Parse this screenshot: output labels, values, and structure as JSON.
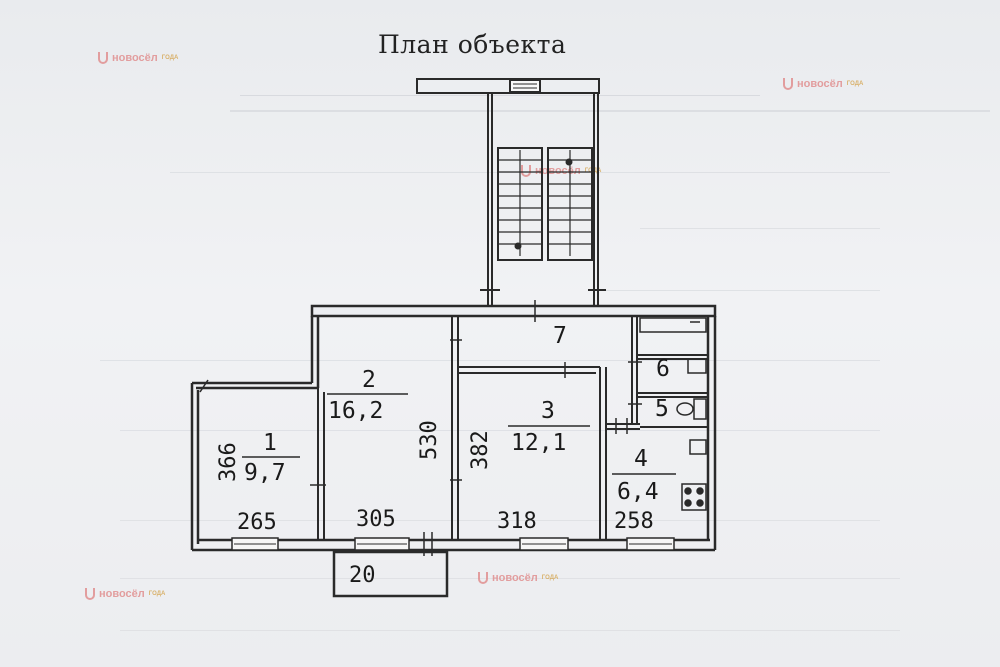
{
  "title": "План объекта",
  "watermark": {
    "brand": "новосёл",
    "badge": "ГОДА",
    "color": "#e08a8a"
  },
  "rooms": [
    {
      "number": "1",
      "area": "9,7",
      "height": "366",
      "width": "265"
    },
    {
      "number": "2",
      "area": "16,2",
      "height": "530",
      "width": "305"
    },
    {
      "number": "3",
      "area": "12,1",
      "height": "382",
      "width": "318"
    },
    {
      "number": "4",
      "area": "6,4",
      "width": "258"
    },
    {
      "number": "5"
    },
    {
      "number": "6"
    },
    {
      "number": "7"
    }
  ],
  "balcony": {
    "label": "20"
  },
  "colors": {
    "wall": "#2a2a2a",
    "paper": "#eceef1"
  }
}
